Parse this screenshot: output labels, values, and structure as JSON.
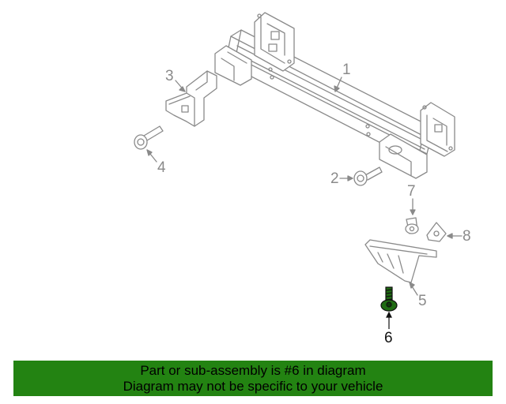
{
  "callouts": [
    {
      "id": 1,
      "label": "1"
    },
    {
      "id": 2,
      "label": "2"
    },
    {
      "id": 3,
      "label": "3"
    },
    {
      "id": 4,
      "label": "4"
    },
    {
      "id": 5,
      "label": "5"
    },
    {
      "id": 6,
      "label": "6"
    },
    {
      "id": 7,
      "label": "7"
    },
    {
      "id": 8,
      "label": "8"
    }
  ],
  "highlighted_part": "6",
  "colors": {
    "line": "#8a8a8a",
    "highlight_fill": "#1f6b12",
    "banner": "#238312"
  },
  "banner": {
    "line1": "Part or sub-assembly is #6 in diagram",
    "line2": "Diagram may not be specific to your vehicle"
  }
}
